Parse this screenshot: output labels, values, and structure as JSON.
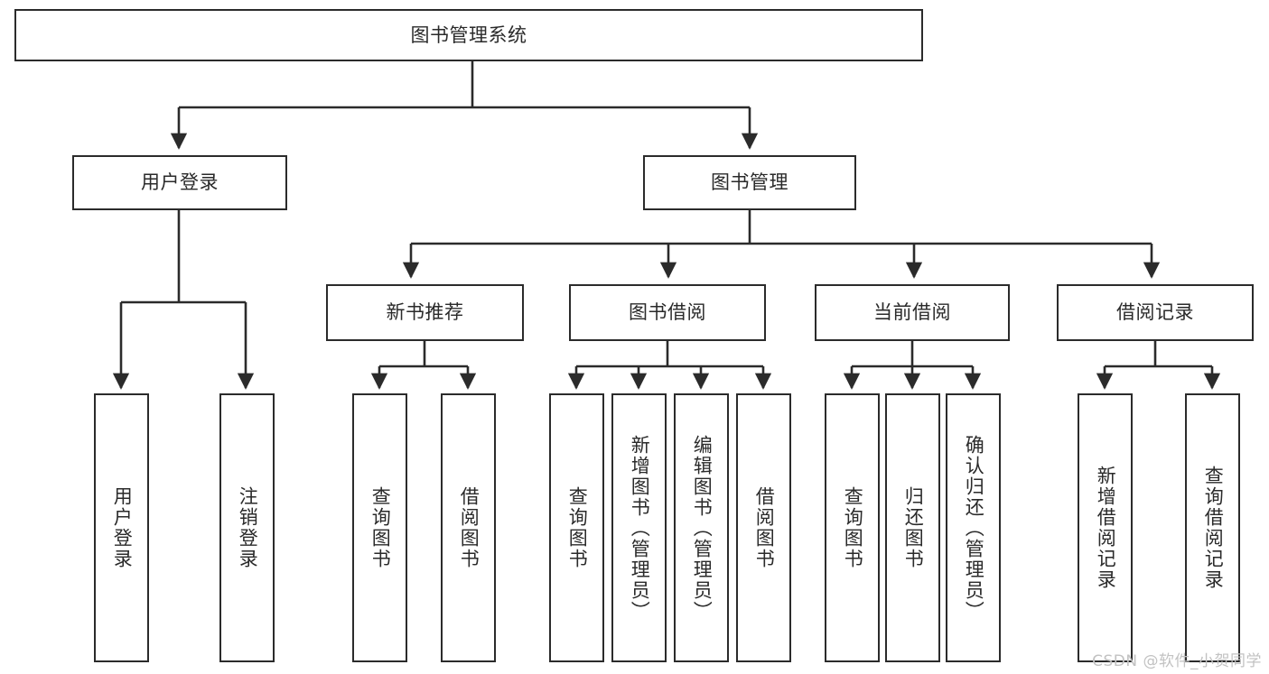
{
  "diagram": {
    "type": "hierarchy-tree",
    "title": "图书管理系统",
    "root": {
      "label": "图书管理系统"
    },
    "level1": [
      {
        "label": "用户登录"
      },
      {
        "label": "图书管理"
      }
    ],
    "level2": [
      {
        "label": "新书推荐"
      },
      {
        "label": "图书借阅"
      },
      {
        "label": "当前借阅"
      },
      {
        "label": "借阅记录"
      }
    ],
    "leaves": {
      "user_login": [
        {
          "label": "用户登录"
        },
        {
          "label": "注销登录"
        }
      ],
      "new_book_recommend": [
        {
          "label": "查询图书"
        },
        {
          "label": "借阅图书"
        }
      ],
      "book_borrow": [
        {
          "label": "查询图书"
        },
        {
          "label": "新增图书（管理员）"
        },
        {
          "label": "编辑图书（管理员）"
        },
        {
          "label": "借阅图书"
        }
      ],
      "current_borrow": [
        {
          "label": "查询图书"
        },
        {
          "label": "归还图书"
        },
        {
          "label": "确认归还（管理员）"
        }
      ],
      "borrow_record": [
        {
          "label": "新增借阅记录"
        },
        {
          "label": "查询借阅记录"
        }
      ]
    }
  },
  "watermark": {
    "text": "CSDN @软件_小贺同学"
  },
  "colors": {
    "line": "#2b2b2b",
    "text": "#2a2a2a",
    "background": "#ffffff",
    "watermark": "#c2c2c2"
  }
}
